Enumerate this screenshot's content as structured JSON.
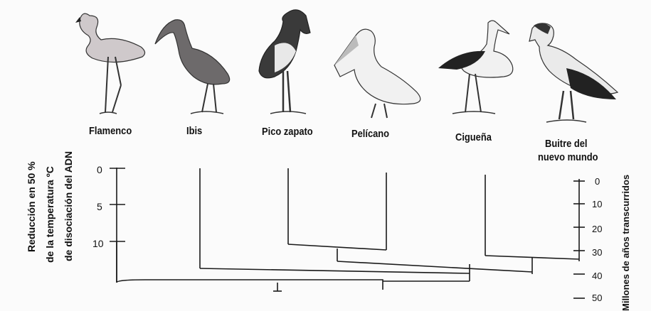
{
  "birds": [
    {
      "name": "Flamenco",
      "icon": "flamingo-icon"
    },
    {
      "name": "Ibis",
      "icon": "ibis-icon"
    },
    {
      "name": "Pico zapato",
      "icon": "shoebill-icon"
    },
    {
      "name": "Pelícano",
      "icon": "pelican-icon"
    },
    {
      "name": "Cigueña",
      "icon": "stork-icon"
    },
    {
      "name": "Buitre del nuevo mundo",
      "name_line1": "Buitre del",
      "name_line2": "nuevo mundo",
      "icon": "vulture-icon"
    }
  ],
  "left_axis": {
    "title_line1": "Reducción en 50 %",
    "title_line2": "de la temperatura ºC",
    "title_line3": "de disociación del ADN",
    "ticks": [
      "0",
      "5",
      "10"
    ]
  },
  "right_axis": {
    "title": "Millones de años transcurridos",
    "ticks": [
      "0",
      "10",
      "20",
      "30",
      "40",
      "50"
    ]
  },
  "colors": {
    "line": "#1a1a1a",
    "flamingo": "#cfc9cb",
    "ibis": "#6d6a6b",
    "dark": "#2a2a2a",
    "light": "#f1f1f1"
  }
}
